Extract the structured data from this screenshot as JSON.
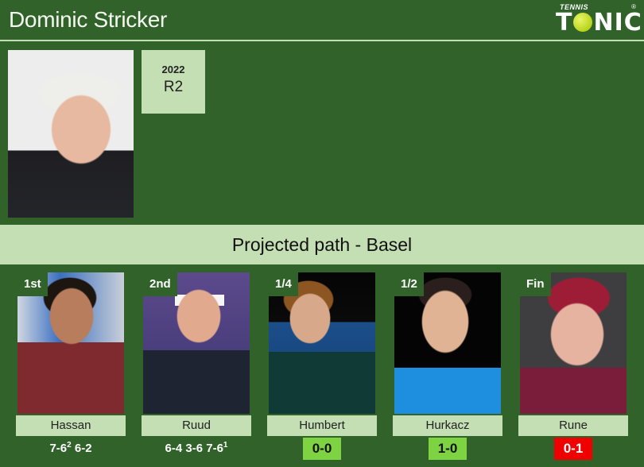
{
  "header": {
    "title": "Dominic Stricker",
    "logo_top": "TENNIS",
    "logo_main_left": "T",
    "logo_main_right": "NIC",
    "logo_reg": "®"
  },
  "player": {
    "photo_alt": "Dominic Stricker photo",
    "year": "2022",
    "round": "R2"
  },
  "banner": {
    "title": "Projected path - Basel"
  },
  "path": [
    {
      "round": "1st",
      "name": "Hassan",
      "score_parts": [
        "7-6",
        "2",
        " 6-2"
      ],
      "type": "score"
    },
    {
      "round": "2nd",
      "name": "Ruud",
      "score_parts": [
        "6-4 3-6 7-6",
        "1",
        ""
      ],
      "type": "score"
    },
    {
      "round": "1/4",
      "name": "Humbert",
      "h2h": "0-0",
      "type": "h2h",
      "h2h_status": "neutral"
    },
    {
      "round": "1/2",
      "name": "Hurkacz",
      "h2h": "1-0",
      "type": "h2h",
      "h2h_status": "neutral"
    },
    {
      "round": "Fin",
      "name": "Rune",
      "h2h": "0-1",
      "type": "h2h",
      "h2h_status": "loss"
    }
  ],
  "colors": {
    "background": "#30622a",
    "light_green": "#c4dfb4",
    "h2h_neutral": "#7ed342",
    "h2h_loss": "#f00000"
  }
}
